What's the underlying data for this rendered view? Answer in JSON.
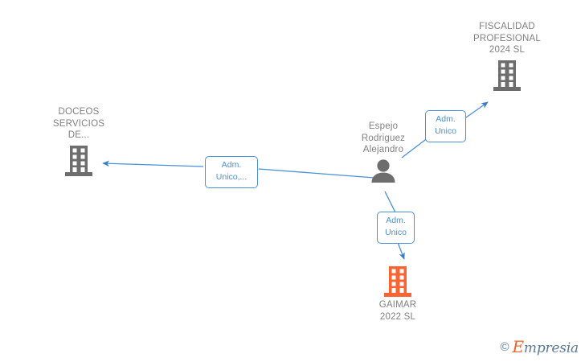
{
  "diagram": {
    "type": "corporate-relationship-graph",
    "colors": {
      "node_label": "#808080",
      "company_icon": "#6d6d6d",
      "company_icon_highlight": "#fa6432",
      "person_icon": "#6d6d6d",
      "edge_line": "#4a90d9",
      "edge_label_text": "#4a90d9",
      "edge_label_border": "#4a90d9",
      "background": "#ffffff"
    },
    "nodes": [
      {
        "id": "fiscalidad",
        "kind": "company",
        "label": "FISCALIDAD\nPROFESIONAL\n2024  SL",
        "icon": "building-icon",
        "highlighted": false,
        "label_position": "above"
      },
      {
        "id": "doceos",
        "kind": "company",
        "label": "DOCEOS\nSERVICIOS\nDE...",
        "icon": "building-icon",
        "highlighted": false,
        "label_position": "above"
      },
      {
        "id": "person",
        "kind": "person",
        "label": "Espejo\nRodriguez\nAlejandro",
        "icon": "person-icon",
        "highlighted": false,
        "label_position": "above-left"
      },
      {
        "id": "gaimar",
        "kind": "company",
        "label": "GAIMAR\n2022  SL",
        "icon": "building-icon",
        "highlighted": true,
        "label_position": "below"
      }
    ],
    "edges": [
      {
        "id": "edge-person-fiscalidad",
        "from": "person",
        "to": "fiscalidad",
        "label": "Adm.\nUnico"
      },
      {
        "id": "edge-person-doceos",
        "from": "person",
        "to": "doceos",
        "label": "Adm.\nUnico,..."
      },
      {
        "id": "edge-person-gaimar",
        "from": "person",
        "to": "gaimar",
        "label": "Adm.\nUnico"
      }
    ]
  },
  "watermark": {
    "copyright": "©",
    "brand_first": "E",
    "brand_rest": "mpresia"
  }
}
